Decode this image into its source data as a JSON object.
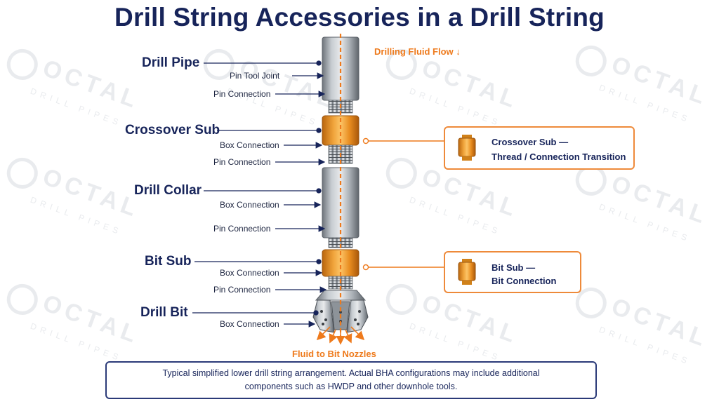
{
  "title": "Drill String Accessories in a Drill String",
  "watermark": {
    "brand": "OCTAL",
    "tagline": "DRILL PIPES"
  },
  "components": {
    "drill_pipe": {
      "label": "Drill Pipe",
      "connections": [
        "Pin Tool Joint",
        "Pin Connection"
      ]
    },
    "crossover_sub": {
      "label": "Crossover Sub",
      "connections": [
        "Box Connection",
        "Pin Connection"
      ]
    },
    "drill_collar": {
      "label": "Drill Collar",
      "connections": [
        "Box Connection",
        "Pin Connection"
      ]
    },
    "bit_sub": {
      "label": "Bit Sub",
      "connections": [
        "Box Connection",
        "Pin Connection"
      ]
    },
    "drill_bit": {
      "label": "Drill Bit",
      "connections": [
        "Box Connection"
      ]
    }
  },
  "flow": {
    "top_label": "Drilling Fluid Flow ↓",
    "bottom_label": "Fluid to Bit Nozzles"
  },
  "callouts": {
    "crossover": {
      "line1": "Crossover Sub —",
      "line2": "Thread / Connection Transition"
    },
    "bit_sub": {
      "line1": "Bit Sub —",
      "line2": "Bit Connection"
    }
  },
  "note": {
    "line1": "Typical simplified lower drill string arrangement.  Actual BHA configurations may include additional",
    "line2": "components such as HWDP and other downhole tools."
  },
  "colors": {
    "navy": "#17245a",
    "orange": "#ee7a1c",
    "steel": "#9aa0a6",
    "brass": "#e89a2c"
  }
}
